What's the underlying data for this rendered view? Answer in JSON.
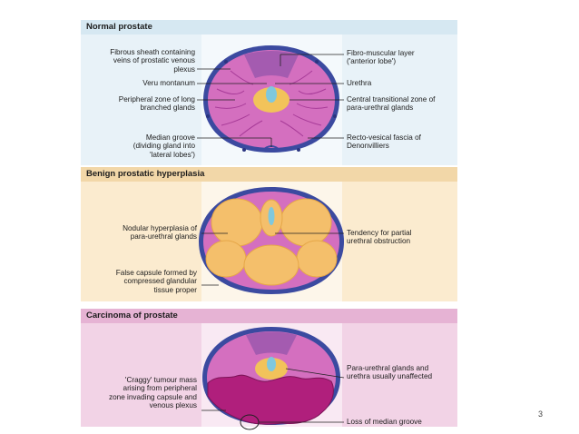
{
  "page_number": "3",
  "panels": [
    {
      "title": "Normal prostate",
      "title_bg": "#d6e8f2",
      "body_bg": "#e8f2f8",
      "inner_bg": "#f4f9fc",
      "labels_left": [
        "Fibrous sheath containing\nveins of prostatic venous\nplexus",
        "Veru montanum",
        "Peripheral zone of long\nbranched glands",
        "Median groove\n(dividing gland into\n'lateral lobes')"
      ],
      "labels_right": [
        "Fibro-muscular layer\n('anterior lobe')",
        "Urethra",
        "Central transitional zone of\npara-urethral glands",
        "Recto-vesical fascia of\nDenonvilliers"
      ]
    },
    {
      "title": "Benign prostatic hyperplasia",
      "title_bg": "#f2d7a8",
      "body_bg": "#fbebcf",
      "inner_bg": "#fdf6ea",
      "labels_left": [
        "Nodular hyperplasia of\npara-urethral glands",
        "False capsule formed by\ncompressed glandular\ntissue proper"
      ],
      "labels_right": [
        "Tendency for partial\nurethral obstruction"
      ]
    },
    {
      "title": "Carcinoma of prostate",
      "title_bg": "#e6b3d4",
      "body_bg": "#f2d3e6",
      "inner_bg": "#f9e9f3",
      "labels_left": [
        "'Craggy' tumour mass\narising from peripheral\nzone invading capsule and\nvenous plexus"
      ],
      "labels_right": [
        "Para-urethral glands and\nurethra usually unaffected",
        "Loss of median groove"
      ]
    }
  ],
  "colors": {
    "capsule": "#3b4aa0",
    "peripheral": "#d46fbf",
    "anterior": "#a45bb0",
    "transitional": "#f2c35a",
    "nodule": "#f4bf6b",
    "tumour": "#b01f7c",
    "urethra": "#7fc8de"
  }
}
